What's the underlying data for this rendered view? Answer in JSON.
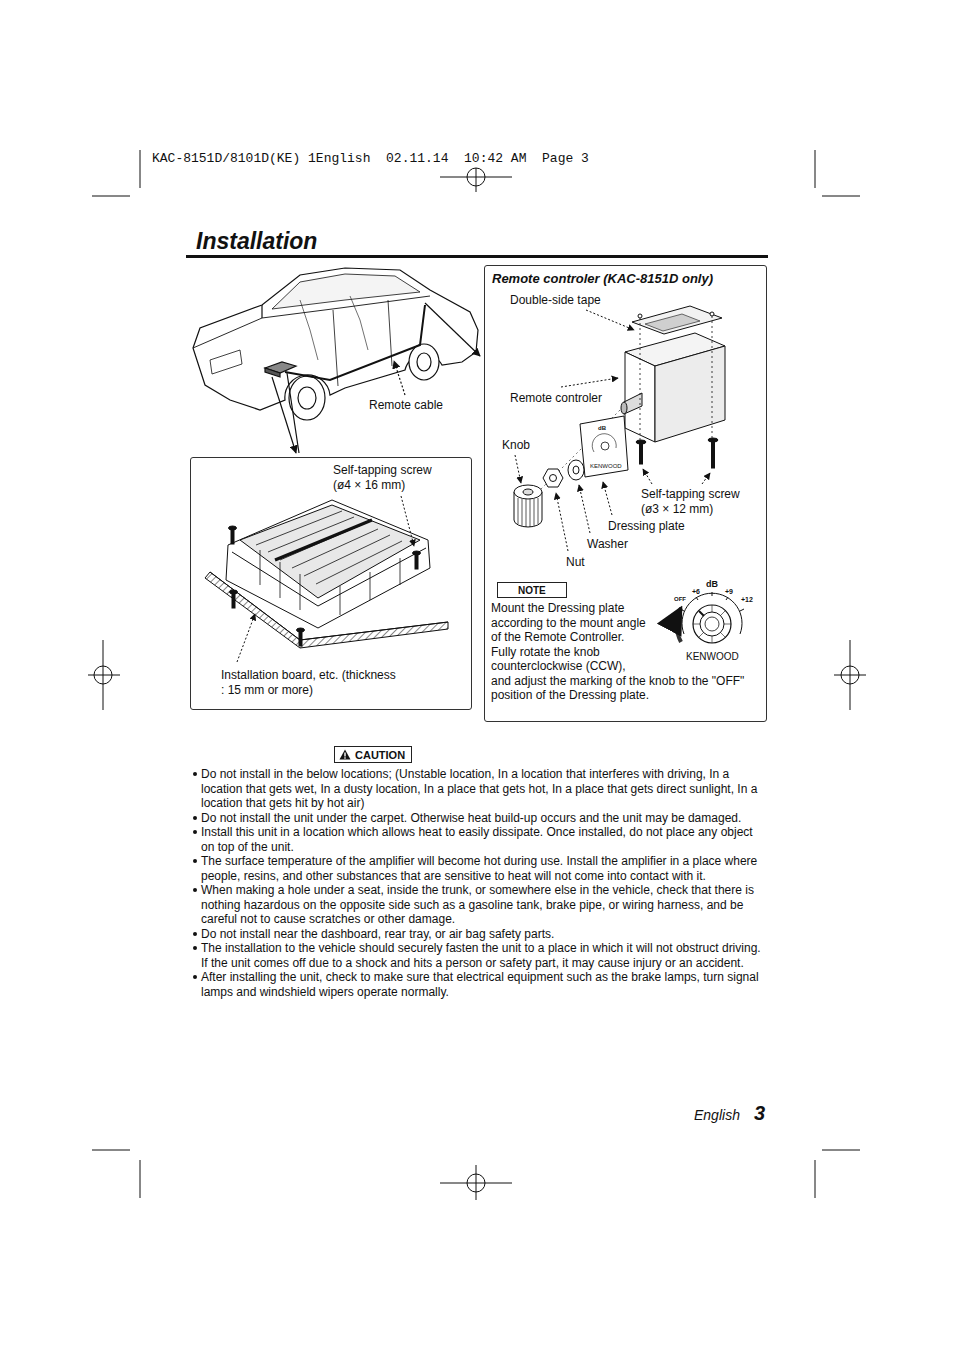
{
  "diagram": {
    "title": "Installation",
    "nodes": [
      {
        "text": [
          "Remote controler (KAC-8151D only)",
          "Double-side tape",
          "Remote controler",
          "Knob",
          "Self-tapping screw (ø3 × 12 mm)",
          "Dressing plate",
          "Washer",
          "Nut",
          "Mount the Dressing plate according to the mount angle of the Remote Controller.",
          "Fully rotate the knob counterclockwise (CCW), and adjust the marking of the knob to the \"OFF\" position of the Dressing plate."
        ]
      },
      {
        "text": [
          "NOTE"
        ],
        "in": 0
      },
      {
        "text": [
          "Self-tapping screw (ø4 × 16 mm)",
          "Installation board, etc. (thickness : 15 mm or more)"
        ]
      },
      {
        "text": [
          "CAUTION"
        ]
      }
    ],
    "labels": [
      "KAC-8151D/8101D(KE) 1English  02.11.14  10:42 AM  Page 3",
      "Remote cable",
      "dB",
      "KENWOOD",
      "dB",
      "+6",
      "+9",
      "OFF",
      "+12",
      "KENWOOD",
      "Do not install in the below locations; (Unstable location, In a location that interferes with driving, In a location that gets wet, In a dusty location, In a place that gets hot, In a place that gets direct sunlight, In a location that gets hit by hot air)",
      "Do not install the unit under the carpet. Otherwise heat build-up occurs and the unit may be damaged.",
      "Install this unit in a location which allows heat to easily dissipate. Once installed, do not place any object on top of the unit.",
      "The surface temperature of the amplifier will become hot during use. Install the amplifier in a place where people, resins, and other substances that are sensitive to heat will not come into contact with it.",
      "When making a hole under a seat, inside the trunk, or somewhere else in the vehicle, check that there is nothing hazardous on the opposite side such as a gasoline tank, brake pipe, or wiring harness, and be careful not to cause scratches or other damage.",
      "Do not install near the dashboard, rear tray, or air bag safety parts.",
      "The installation to the vehicle should securely fasten the unit to a place in which it will not obstruct driving. If the unit comes off due to a shock and hits a person or safety part, it may cause injury or an accident.",
      "After installing the unit, check to make sure that electrical equipment such as the brake lamps, turn signal lamps and windshield wipers operate normally.",
      "English",
      "3"
    ]
  }
}
